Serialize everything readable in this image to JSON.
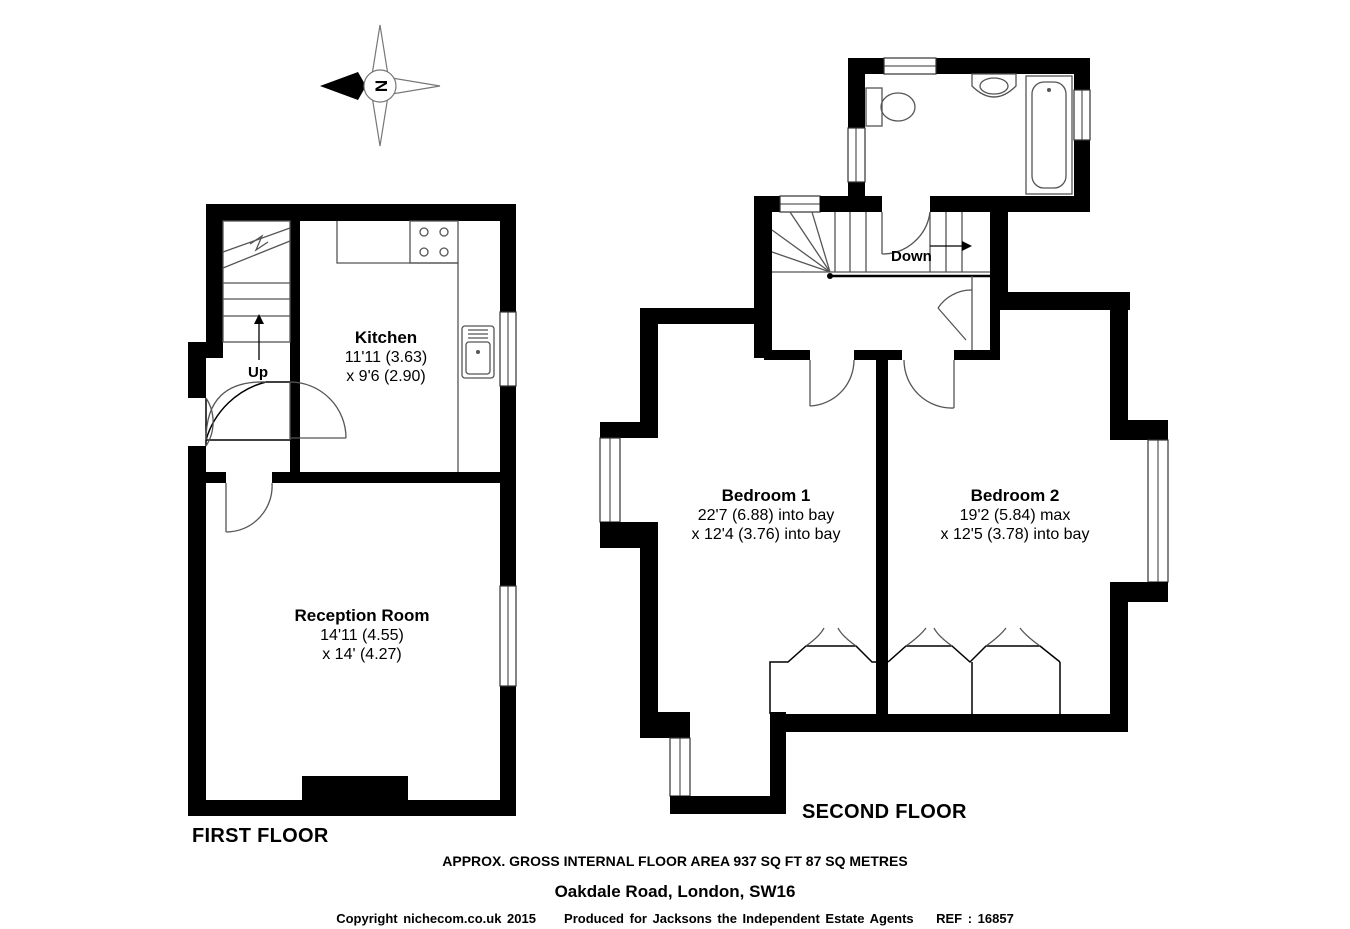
{
  "compass": {
    "letter": "N"
  },
  "floors": {
    "first": {
      "title": "FIRST FLOOR",
      "stair_label": "Up",
      "rooms": {
        "kitchen": {
          "name": "Kitchen",
          "dim1": "11'11 (3.63)",
          "dim2": "x 9'6 (2.90)"
        },
        "reception": {
          "name": "Reception Room",
          "dim1": "14'11 (4.55)",
          "dim2": "x 14' (4.27)"
        }
      }
    },
    "second": {
      "title": "SECOND FLOOR",
      "stair_label": "Down",
      "rooms": {
        "bedroom1": {
          "name": "Bedroom 1",
          "dim1": "22'7 (6.88) into bay",
          "dim2": "x 12'4 (3.76) into bay"
        },
        "bedroom2": {
          "name": "Bedroom 2",
          "dim1": "19'2 (5.84) max",
          "dim2": "x 12'5 (3.78) into bay"
        }
      }
    }
  },
  "footer": {
    "area": "APPROX. GROSS INTERNAL FLOOR AREA 937 SQ FT 87 SQ METRES",
    "address": "Oakdale Road, London, SW16",
    "copyright": "Copyright nichecom.co.uk 2015",
    "produced": "Produced for Jacksons the Independent Estate Agents",
    "ref": "REF : 16857"
  }
}
